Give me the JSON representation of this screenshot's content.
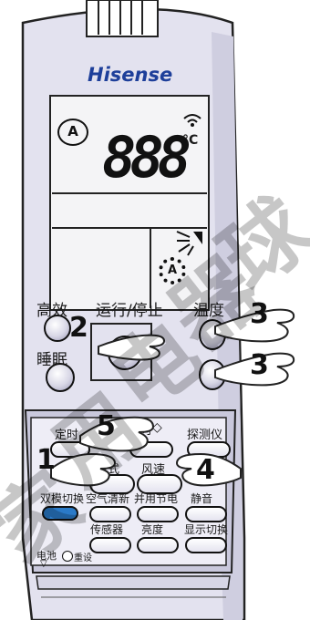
{
  "brand": {
    "name": "Hisense"
  },
  "display": {
    "temperature": "888",
    "unit": "°C",
    "auto_mark": "A",
    "fan_mark": "A",
    "icons": [
      "auto-mode-icon",
      "signal-icon",
      "flap-swing-icon",
      "fan-icon"
    ]
  },
  "buttons": {
    "high_efficiency": "高效",
    "run_stop": "运行/停止",
    "temperature": "温度",
    "sleep": "睡眠",
    "timer": "定时",
    "swing": "风向",
    "detector": "探测仪",
    "mode": "方式",
    "fan_speed": "风速",
    "dual_mode": "双模切换",
    "air_clean": "空气清新",
    "shared_saving": "并用节电",
    "mute": "静音",
    "sensor": "传感器",
    "brightness": "亮度",
    "display_switch": "显示切换"
  },
  "battery": {
    "battery_label": "电池",
    "reset_label": "重设"
  },
  "steps": [
    "1",
    "2",
    "3",
    "3",
    "4",
    "5"
  ],
  "watermark": [
    "家",
    "用",
    "电",
    "器",
    "球"
  ],
  "colors": {
    "body": "#e3e2ef",
    "panel": "#eeedf6",
    "lcd": "#f4f4f6",
    "accent_button": "#2a7ac8",
    "ink": "#111111"
  }
}
